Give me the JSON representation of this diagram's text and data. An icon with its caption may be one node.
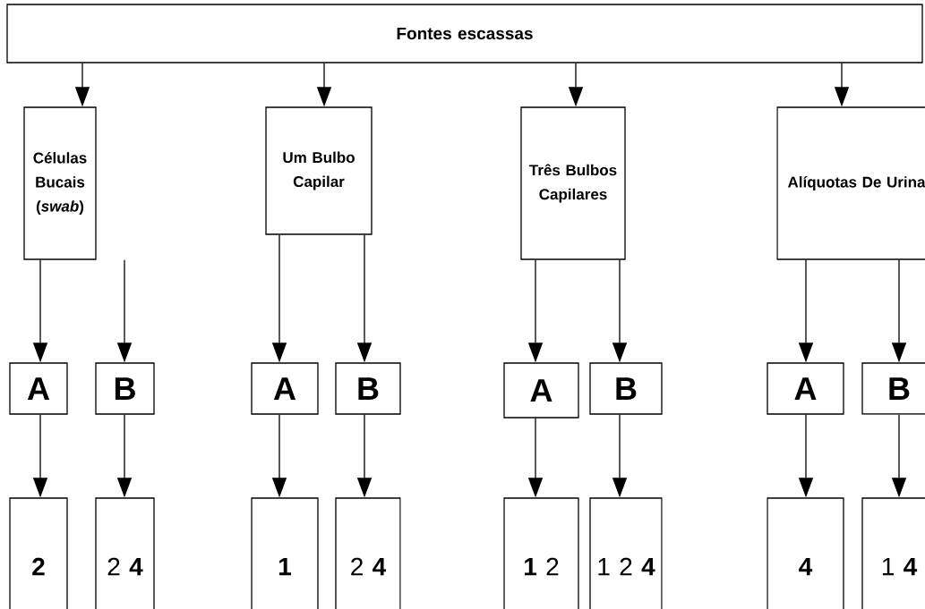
{
  "diagram": {
    "nodes": [
      {
        "text": [
          "Fontes escassas"
        ]
      },
      {
        "text": [
          "Células Bucais (*swab*)"
        ]
      },
      {
        "text": [
          "Um Bulbo Capilar"
        ]
      },
      {
        "text": [
          "Três Bulbos Capilares"
        ]
      },
      {
        "text": [
          "Alíquotas De Urina"
        ]
      },
      {
        "text": [
          "A"
        ]
      },
      {
        "text": [
          "B"
        ]
      },
      {
        "text": [
          "A"
        ]
      },
      {
        "text": [
          "B"
        ]
      },
      {
        "text": [
          "A"
        ]
      },
      {
        "text": [
          "B"
        ]
      },
      {
        "text": [
          "A"
        ]
      },
      {
        "text": [
          "B"
        ]
      },
      {
        "text": [
          "2"
        ]
      },
      {
        "text": [
          "2 **4**"
        ]
      },
      {
        "text": [
          "1"
        ]
      },
      {
        "text": [
          "2 **4**"
        ]
      },
      {
        "text": [
          "**1** 2"
        ]
      },
      {
        "text": [
          "1 2 **4**"
        ]
      },
      {
        "text": [
          "4"
        ]
      },
      {
        "text": [
          "1 **4**"
        ]
      }
    ],
    "edges": [
      {
        "from": 0,
        "to": 1,
        "arrow": "to"
      },
      {
        "from": 0,
        "to": 2,
        "arrow": "to"
      },
      {
        "from": 0,
        "to": 3,
        "arrow": "to"
      },
      {
        "from": 0,
        "to": 4,
        "arrow": "to"
      },
      {
        "from": 1,
        "to": 5,
        "arrow": "to"
      },
      {
        "from": 1,
        "to": 6,
        "arrow": "to"
      },
      {
        "from": 2,
        "to": 7,
        "arrow": "to"
      },
      {
        "from": 2,
        "to": 8,
        "arrow": "to"
      },
      {
        "from": 3,
        "to": 9,
        "arrow": "to"
      },
      {
        "from": 3,
        "to": 10,
        "arrow": "to"
      },
      {
        "from": 4,
        "to": 11,
        "arrow": "to"
      },
      {
        "from": 4,
        "to": 12,
        "arrow": "to"
      },
      {
        "from": 5,
        "to": 13,
        "arrow": "to"
      },
      {
        "from": 6,
        "to": 14,
        "arrow": "to"
      },
      {
        "from": 7,
        "to": 15,
        "arrow": "to"
      },
      {
        "from": 8,
        "to": 16,
        "arrow": "to"
      },
      {
        "from": 9,
        "to": 17,
        "arrow": "to"
      },
      {
        "from": 10,
        "to": 18,
        "arrow": "to"
      },
      {
        "from": 11,
        "to": 19,
        "arrow": "to"
      },
      {
        "from": 12,
        "to": 20,
        "arrow": "to"
      }
    ]
  }
}
